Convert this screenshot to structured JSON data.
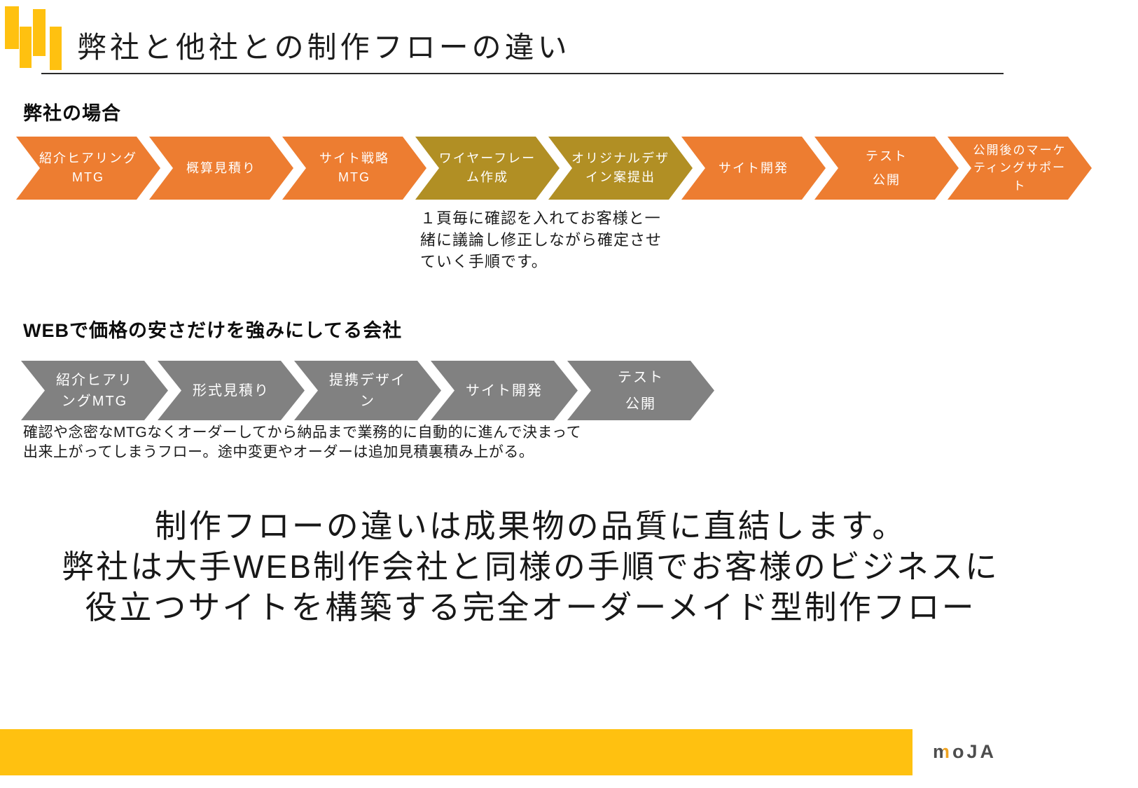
{
  "title": "弊社と他社との制作フローの違い",
  "sections": {
    "ours": {
      "heading": "弊社の場合",
      "steps": [
        {
          "label": "紹介ヒアリング\nMTG",
          "color": "#ED7D31"
        },
        {
          "label": "概算見積り",
          "color": "#ED7D31"
        },
        {
          "label": "サイト戦略\nMTG",
          "color": "#ED7D31"
        },
        {
          "label": "ワイヤーフレー\nム作成",
          "color": "#B18F24"
        },
        {
          "label": "オリジナルデザ\nイン案提出",
          "color": "#B18F24"
        },
        {
          "label": "サイト開発",
          "color": "#ED7D31"
        },
        {
          "label": "テスト\n公開",
          "color": "#ED7D31"
        },
        {
          "label": "公開後のマーケ\nティングサポー\nト",
          "color": "#ED7D31"
        }
      ],
      "note": "１頁毎に確認を入れてお客様と一\n緒に議論し修正しながら確定させ\nていく手順です。"
    },
    "others": {
      "heading": "WEBで価格の安さだけを強みにしてる会社",
      "steps": [
        {
          "label": "紹介ヒアリ\nングMTG",
          "color": "#818181"
        },
        {
          "label": "形式見積り",
          "color": "#818181"
        },
        {
          "label": "提携デザイ\nン",
          "color": "#818181"
        },
        {
          "label": "サイト開発",
          "color": "#818181"
        },
        {
          "label": "テスト\n公開",
          "color": "#818181"
        }
      ],
      "note": "確認や念密なMTGなくオーダーしてから納品まで業務的に自動的に進んで決まって\n出来上がってしまうフロー。途中変更やオーダーは追加見積裏積み上がる。"
    }
  },
  "statement": {
    "line1": "制作フローの違いは成果物の品質に直結します。",
    "line2": "弊社は大手WEB制作会社と同様の手順でお客様のビジネスに",
    "line3": "役立つサイトを構築する完全オーダーメイド型制作フロー"
  },
  "footer": {
    "logo": {
      "m": "m",
      "rest": "oJA"
    }
  },
  "colors": {
    "accent_orange": "#ED7D31",
    "accent_gold_dark": "#B18F24",
    "accent_gray": "#818181",
    "brand_yellow": "#FFC110",
    "logo_dark": "#4D4D4D"
  }
}
